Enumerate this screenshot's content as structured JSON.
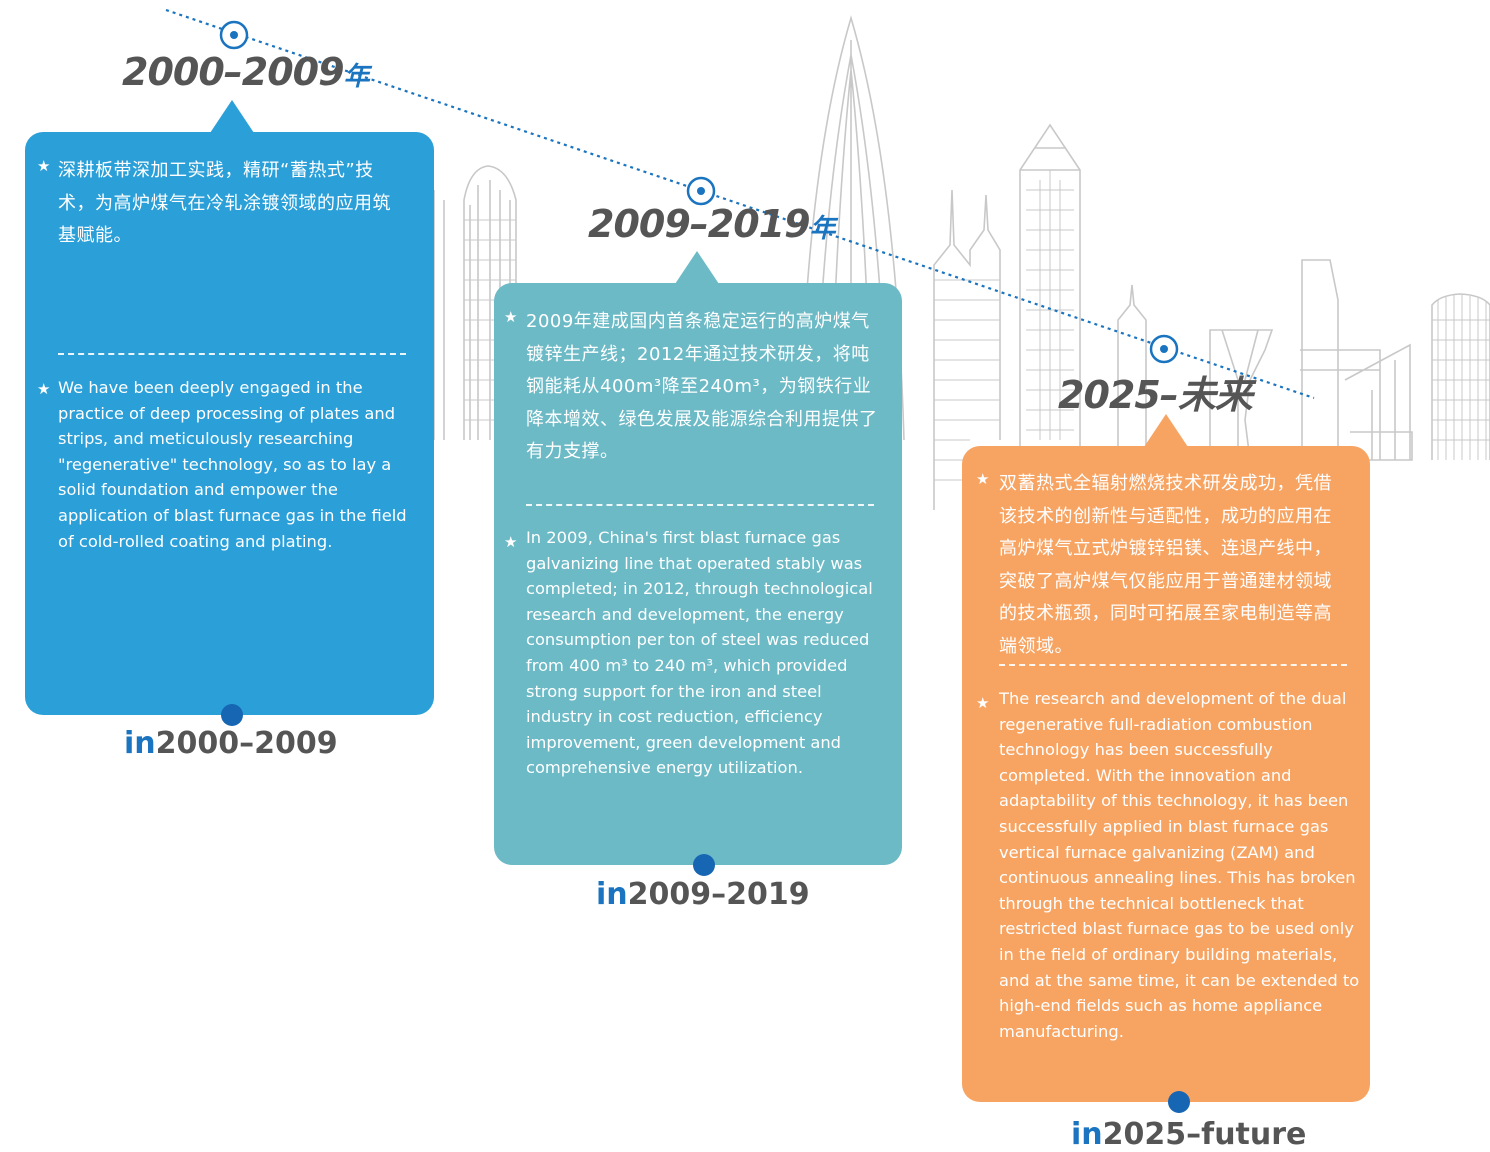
{
  "colors": {
    "era1": "#2a9fd8",
    "era2": "#6cbac6",
    "era3": "#f7a463",
    "accent": "#1a74bf",
    "title_gray": "#555555",
    "skyline": "#c8c8c8"
  },
  "eras": [
    {
      "year_range": "2000–2009",
      "year_suffix": "年",
      "zh_text": "深耕板带深加工实践，精研“蓄热式”技术，为高炉煤气在冷轧涂镀领域的应用筑基赋能。",
      "en_text": "We have been deeply engaged in the practice of deep processing of plates and strips, and meticulously researching \"regenerative\" technology, so as to lay a solid foundation and empower the application of blast furnace gas in the field of cold-rolled coating and plating.",
      "label_prefix": "in",
      "label_years": "2000–2009"
    },
    {
      "year_range": "2009–2019",
      "year_suffix": "年",
      "zh_text": "2009年建成国内首条稳定运行的高炉煤气镀锌生产线；2012年通过技术研发，将吨钢能耗从400m³降至240m³，为钢铁行业降本增效、绿色发展及能源综合利用提供了有力支撑。",
      "en_text": "In 2009, China's first blast furnace gas galvanizing line that operated stably was completed; in 2012, through technological research and development, the energy consumption per ton of steel was reduced from 400 m³ to 240 m³, which provided strong support for the iron and steel industry in cost reduction, efficiency improvement, green development and comprehensive energy utilization.",
      "label_prefix": "in",
      "label_years": "2009–2019"
    },
    {
      "year_range": "2025–未来",
      "year_suffix": "",
      "zh_text": "双蓄热式全辐射燃烧技术研发成功，凭借该技术的创新性与适配性，成功的应用在高炉煤气立式炉镀锌铝镁、连退产线中，突破了高炉煤气仅能应用于普通建材领域的技术瓶颈，同时可拓展至家电制造等高端领域。",
      "en_text": "The research and development of the dual regenerative full-radiation combustion technology has been successfully completed. With the innovation and adaptability of this technology, it has been successfully applied in blast furnace gas vertical furnace galvanizing (ZAM) and continuous annealing lines. This has broken through the technical bottleneck that restricted blast furnace gas to be used only in the field of ordinary building materials, and at the same time, it can be extended to high-end fields such as home appliance manufacturing.",
      "label_prefix": "in",
      "label_years": "2025–future"
    }
  ]
}
